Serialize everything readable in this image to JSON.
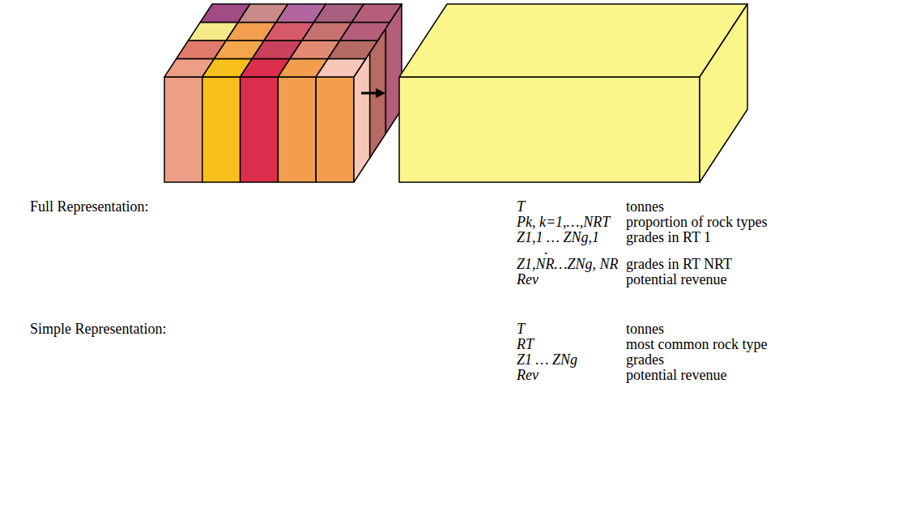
{
  "diagram": {
    "labels": [
      "Full Representation:",
      "T",
      "tonnes",
      "Pk, k=1,…,NRT",
      "proportion of rock types",
      "Z1,1 … ZNg,1",
      "grades in RT 1",
      ".",
      "Z1,NR…ZNg, NR",
      "grades in RT NRT",
      "Rev",
      "potential revenue",
      "Simple Representation:",
      "T",
      "tonnes",
      "RT",
      "most common rock type",
      "Z1 … ZNg",
      "grades",
      "Rev",
      "potential revenue"
    ]
  }
}
